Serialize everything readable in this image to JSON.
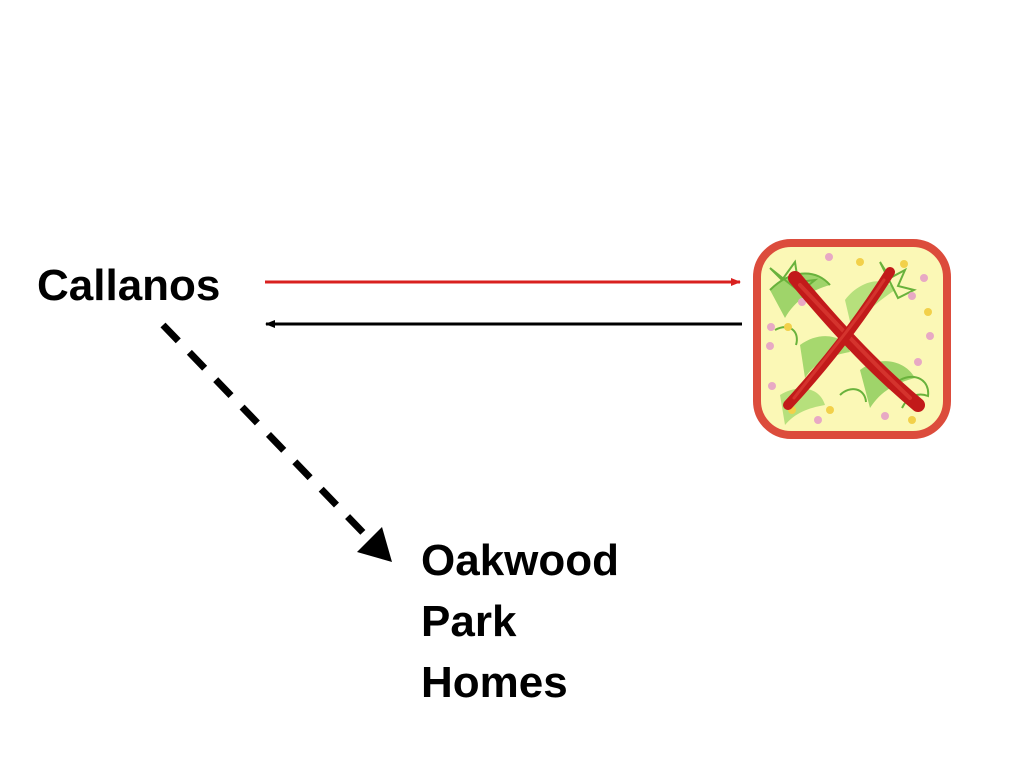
{
  "nodes": {
    "callanos": {
      "label": "Callanos"
    },
    "oakwood": {
      "lines": [
        "Oakwood",
        "Park",
        "Homes"
      ]
    }
  },
  "icon": {
    "name": "land-parcel-icon",
    "border_color": "#dc4c3c",
    "fill_color": "#fbf8b6",
    "mark": "x",
    "mark_color": "#c21a1a"
  },
  "connectors": [
    {
      "from": "callanos",
      "to": "land-parcel",
      "style": "solid",
      "color": "#d9201f"
    },
    {
      "from": "land-parcel",
      "to": "callanos",
      "style": "solid",
      "color": "#000000"
    },
    {
      "from": "callanos",
      "to": "oakwood",
      "style": "dashed",
      "color": "#000000"
    }
  ]
}
